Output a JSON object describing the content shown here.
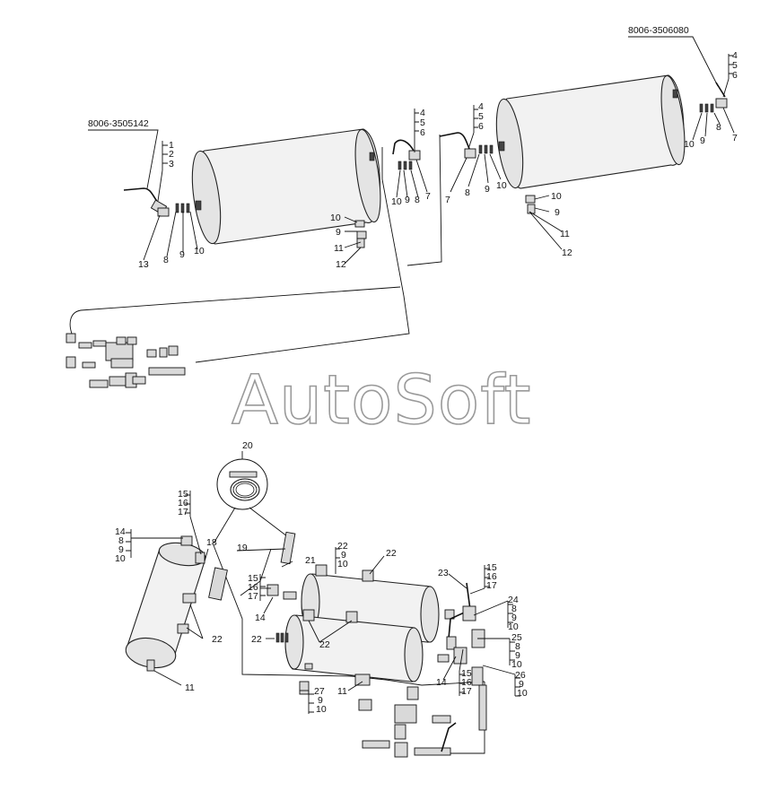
{
  "watermark": "AutoSoft",
  "codes": {
    "left_bend": "8006-3505142",
    "right_bend": "8006-3506080"
  },
  "callouts": {
    "top_left_fittings": [
      "1",
      "2",
      "3"
    ],
    "top_left_bottom": [
      "13",
      "8",
      "9",
      "10"
    ],
    "tank1_drain": [
      "10",
      "9",
      "11",
      "12"
    ],
    "center_left_stack": [
      "4",
      "5",
      "6"
    ],
    "center_left_bottom": [
      "10",
      "9",
      "8",
      "7"
    ],
    "center_right_stack": [
      "4",
      "5",
      "6"
    ],
    "center_right_bottom": [
      "7",
      "8",
      "9",
      "10"
    ],
    "tank2_drain": [
      "10",
      "9",
      "11",
      "12"
    ],
    "right_end_stack": [
      "4",
      "5",
      "6"
    ],
    "right_end_bottom": [
      "10",
      "9",
      "8",
      "7"
    ],
    "lower_hose_kit": "20",
    "lower_left_group": [
      "14",
      "8",
      "9",
      "10"
    ],
    "lower_stack_a": [
      "15",
      "16",
      "17"
    ],
    "lower_18": "18",
    "lower_19": "19",
    "lower_21": "21",
    "lower_22_top": [
      "22",
      "9",
      "10"
    ],
    "lower_22_right": "22",
    "lower_stack_b": [
      "15",
      "16",
      "17"
    ],
    "lower_14_mid": "14",
    "lower_22_left": "22",
    "lower_22_center": "22",
    "lower_22_tank": "22",
    "lower_11_left": "11",
    "lower_27": [
      "27",
      "9",
      "10"
    ],
    "lower_11_mid": "11",
    "lower_23": "23",
    "lower_stack_c": [
      "15",
      "16",
      "17"
    ],
    "lower_24": [
      "24",
      "8",
      "9",
      "10"
    ],
    "lower_25": [
      "25",
      "8",
      "9",
      "10"
    ],
    "lower_14_right": "14",
    "lower_stack_d": [
      "15",
      "16",
      "17"
    ],
    "lower_26": [
      "26",
      "9",
      "10"
    ]
  }
}
